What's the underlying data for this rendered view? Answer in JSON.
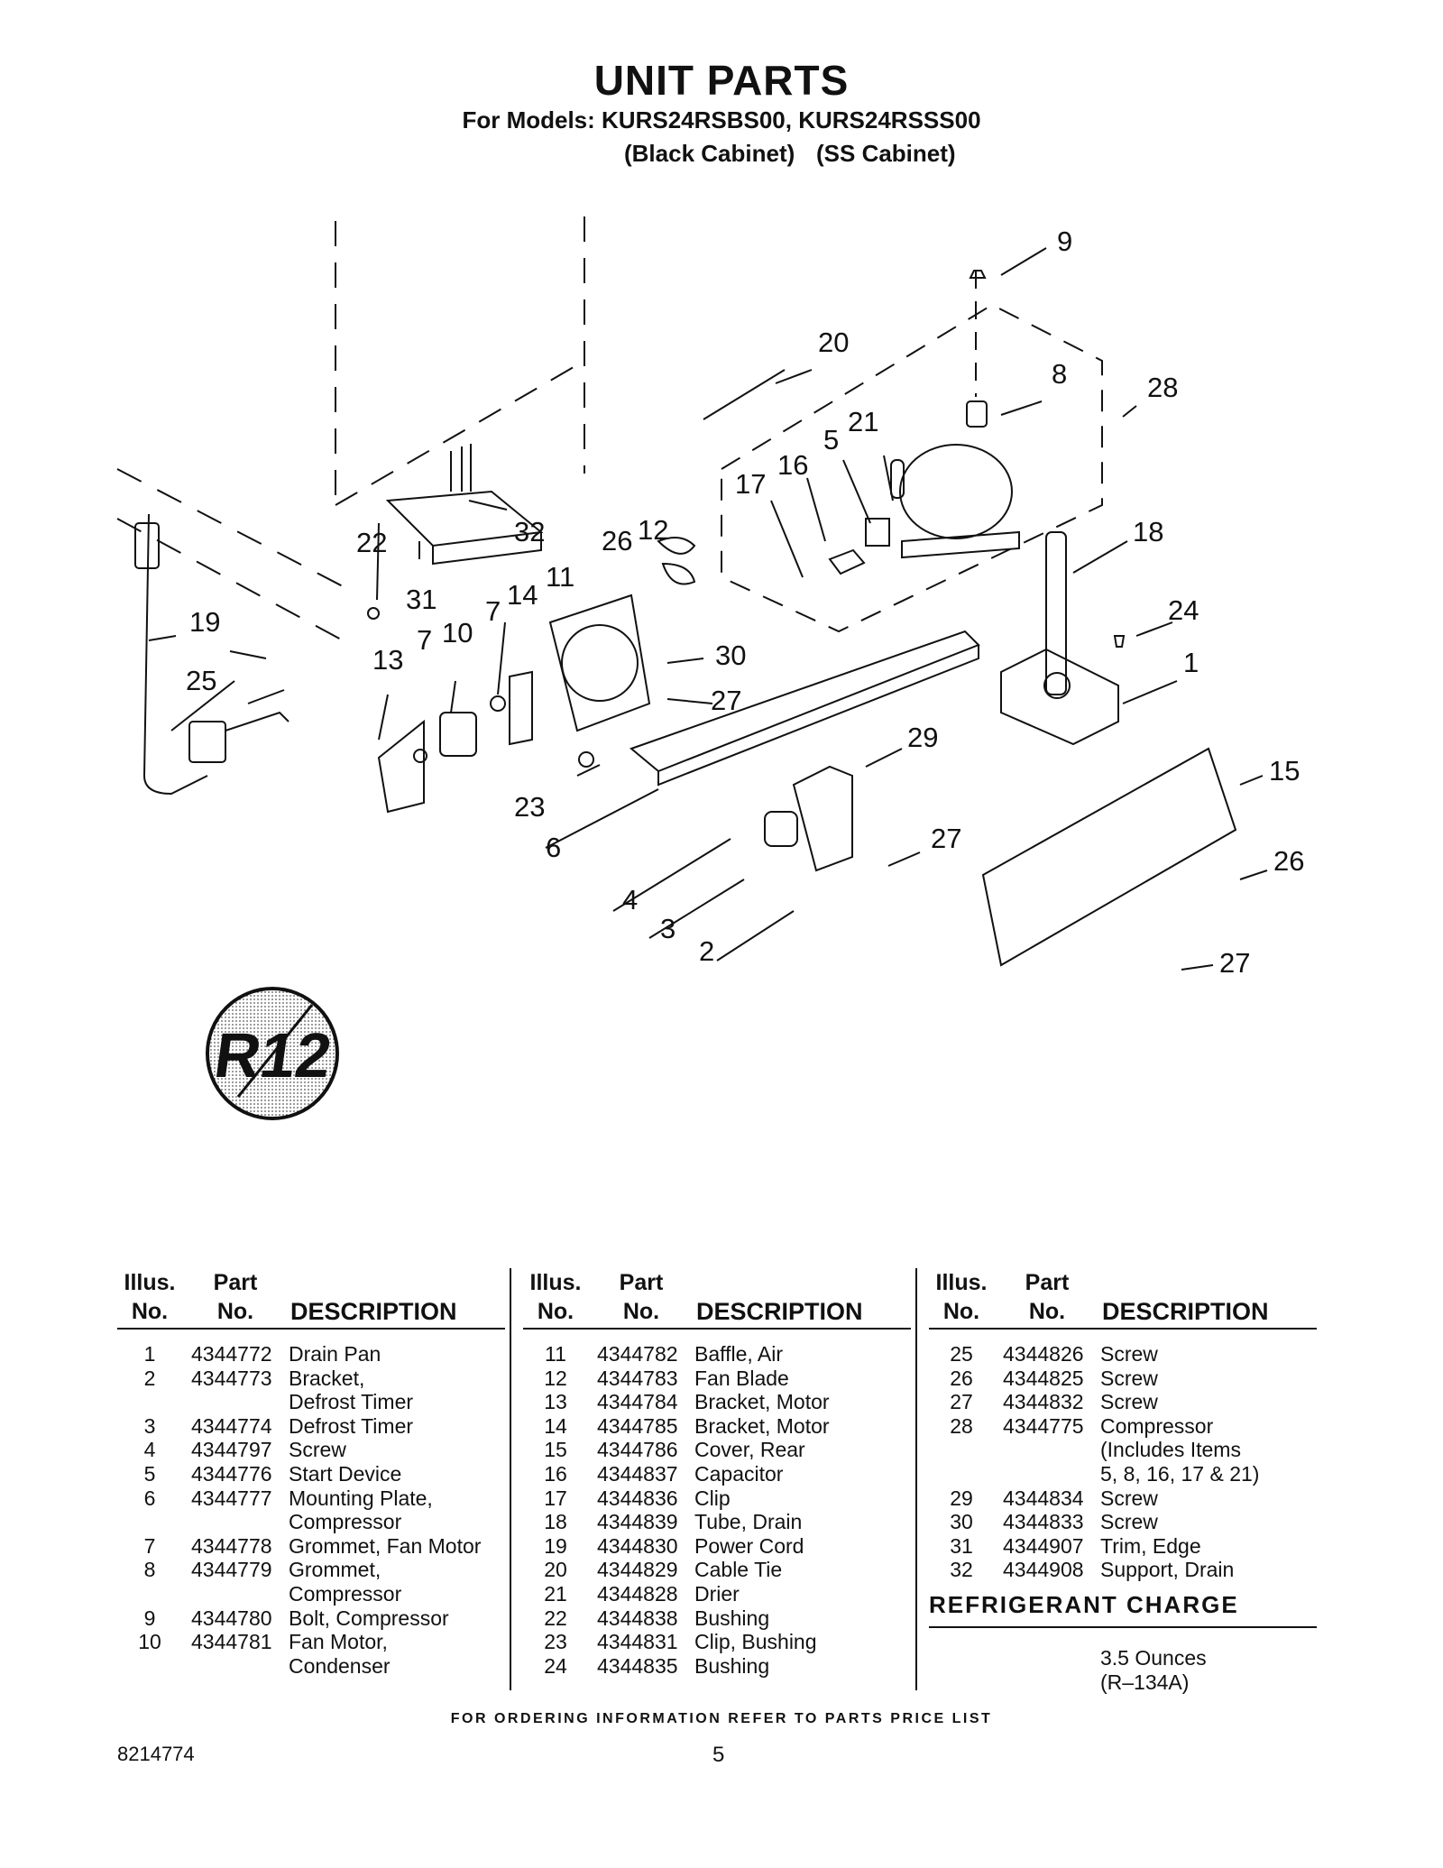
{
  "header": {
    "title": "UNIT PARTS",
    "models": "For Models: KURS24RSBS00, KURS24RSSS00",
    "cabinet_black": "(Black Cabinet)",
    "cabinet_ss": "(SS Cabinet)"
  },
  "callouts": [
    "9",
    "20",
    "8",
    "28",
    "21",
    "5",
    "16",
    "17",
    "18",
    "22",
    "32",
    "26",
    "12",
    "11",
    "24",
    "31",
    "14",
    "7",
    "10",
    "19",
    "13",
    "7",
    "30",
    "1",
    "25",
    "27",
    "29",
    "15",
    "23",
    "6",
    "27",
    "26",
    "4",
    "3",
    "2",
    "27"
  ],
  "r12_logo": "R12",
  "table": {
    "h_illus": "Illus.\nNo.",
    "h_part": "Part\nNo.",
    "h_desc": "DESCRIPTION",
    "col1": [
      {
        "no": "1",
        "part": "4344772",
        "desc": "Drain Pan"
      },
      {
        "no": "2",
        "part": "4344773",
        "desc": "Bracket,\nDefrost Timer"
      },
      {
        "no": "3",
        "part": "4344774",
        "desc": "Defrost Timer"
      },
      {
        "no": "4",
        "part": "4344797",
        "desc": "Screw"
      },
      {
        "no": "5",
        "part": "4344776",
        "desc": "Start Device"
      },
      {
        "no": "6",
        "part": "4344777",
        "desc": "Mounting Plate,\nCompressor"
      },
      {
        "no": "7",
        "part": "4344778",
        "desc": "Grommet, Fan Motor"
      },
      {
        "no": "8",
        "part": "4344779",
        "desc": "Grommet,\nCompressor"
      },
      {
        "no": "9",
        "part": "4344780",
        "desc": "Bolt, Compressor"
      },
      {
        "no": "10",
        "part": "4344781",
        "desc": "Fan Motor,\nCondenser"
      }
    ],
    "col2": [
      {
        "no": "11",
        "part": "4344782",
        "desc": "Baffle, Air"
      },
      {
        "no": "12",
        "part": "4344783",
        "desc": "Fan Blade"
      },
      {
        "no": "13",
        "part": "4344784",
        "desc": "Bracket, Motor"
      },
      {
        "no": "14",
        "part": "4344785",
        "desc": "Bracket, Motor"
      },
      {
        "no": "15",
        "part": "4344786",
        "desc": "Cover, Rear"
      },
      {
        "no": "16",
        "part": "4344837",
        "desc": "Capacitor"
      },
      {
        "no": "17",
        "part": "4344836",
        "desc": "Clip"
      },
      {
        "no": "18",
        "part": "4344839",
        "desc": "Tube, Drain"
      },
      {
        "no": "19",
        "part": "4344830",
        "desc": "Power Cord"
      },
      {
        "no": "20",
        "part": "4344829",
        "desc": "Cable Tie"
      },
      {
        "no": "21",
        "part": "4344828",
        "desc": "Drier"
      },
      {
        "no": "22",
        "part": "4344838",
        "desc": "Bushing"
      },
      {
        "no": "23",
        "part": "4344831",
        "desc": "Clip, Bushing"
      },
      {
        "no": "24",
        "part": "4344835",
        "desc": "Bushing"
      }
    ],
    "col3": [
      {
        "no": "25",
        "part": "4344826",
        "desc": "Screw"
      },
      {
        "no": "26",
        "part": "4344825",
        "desc": "Screw"
      },
      {
        "no": "27",
        "part": "4344832",
        "desc": "Screw"
      },
      {
        "no": "28",
        "part": "4344775",
        "desc": "Compressor\n(Includes Items\n5, 8, 16, 17 & 21)"
      },
      {
        "no": "29",
        "part": "4344834",
        "desc": "Screw"
      },
      {
        "no": "30",
        "part": "4344833",
        "desc": "Screw"
      },
      {
        "no": "31",
        "part": "4344907",
        "desc": "Trim, Edge"
      },
      {
        "no": "32",
        "part": "4344908",
        "desc": "Support, Drain"
      }
    ],
    "refrigerant_title": "REFRIGERANT CHARGE",
    "refrigerant_value": "3.5 Ounces\n(R–134A)"
  },
  "footer": {
    "ordering": "FOR ORDERING INFORMATION REFER TO PARTS PRICE LIST",
    "doc_number": "8214774",
    "page_number": "5"
  }
}
